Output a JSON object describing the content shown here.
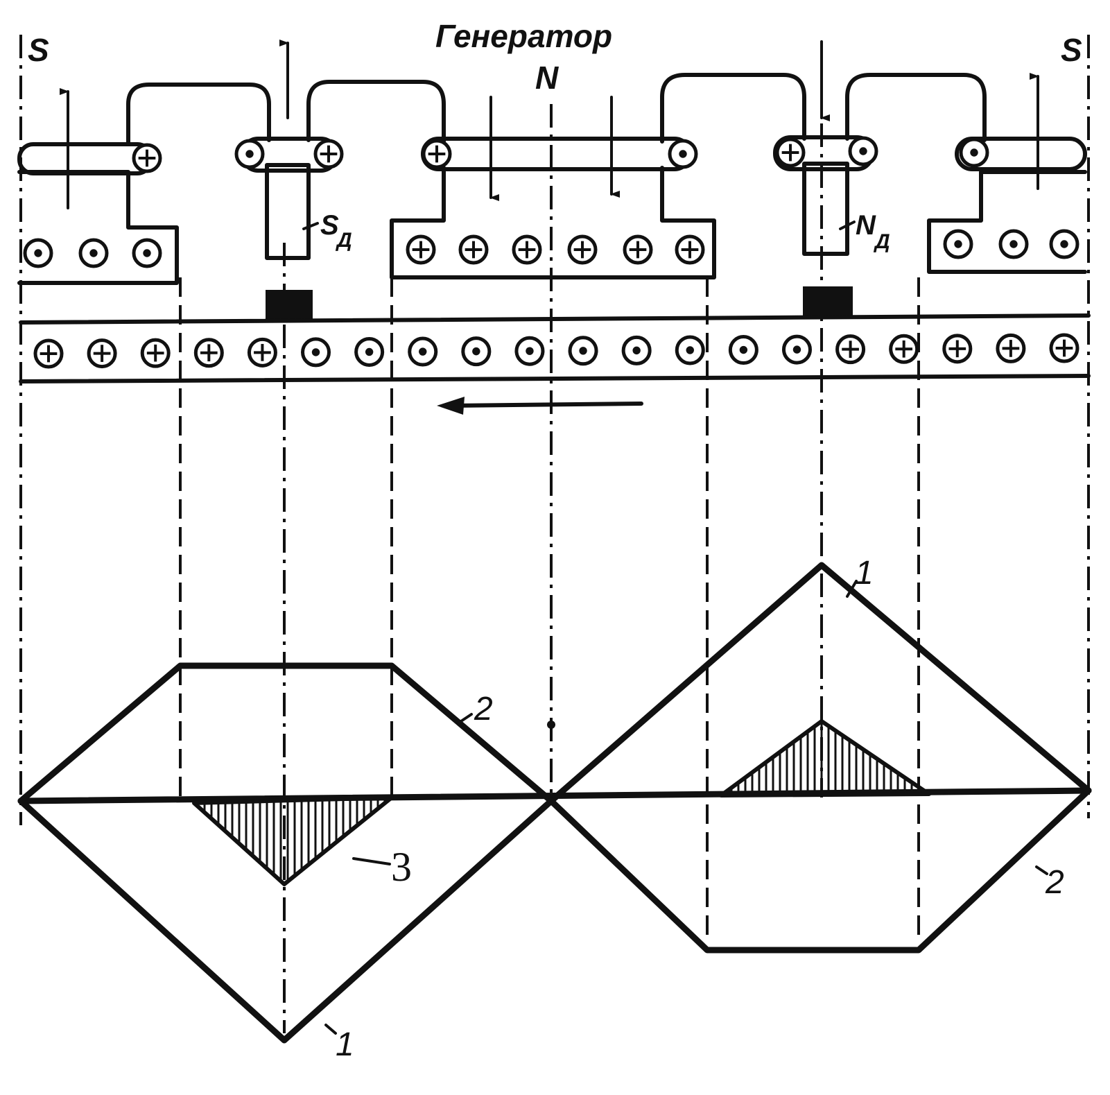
{
  "title": "Генератор",
  "poles": {
    "main_north": "N",
    "main_south_left": "S",
    "main_south_right": "S",
    "aux_south": "S",
    "aux_south_sub": "Д",
    "aux_north": "N",
    "aux_north_sub": "Д"
  },
  "curve_labels": {
    "curve1_left": "1",
    "curve1_right": "1",
    "curve2_left": "2",
    "curve2_right": "2",
    "area3": "3"
  },
  "colors": {
    "ink": "#111111",
    "paper": "#ffffff"
  },
  "conductor_symbols": {
    "plus": "current into page (⊕)",
    "dot": "current out of page (⊙)"
  },
  "armature_conductors": [
    "plus",
    "plus",
    "plus",
    "plus",
    "plus",
    "dot",
    "dot",
    "dot",
    "dot",
    "dot",
    "dot",
    "dot",
    "dot",
    "dot",
    "dot",
    "plus",
    "plus",
    "plus",
    "plus",
    "plus"
  ],
  "rotation_direction": "left"
}
